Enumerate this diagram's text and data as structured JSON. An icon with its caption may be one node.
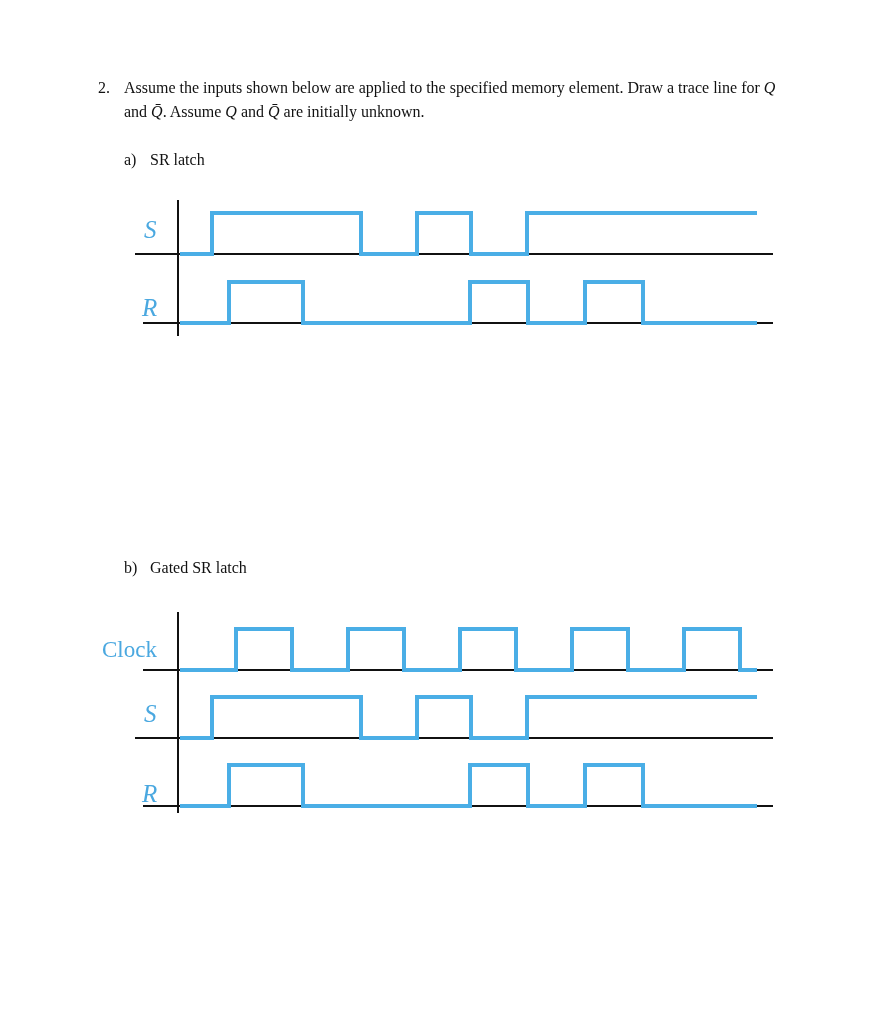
{
  "diagram": {
    "labels": [
      "2.",
      "Assume the inputs shown below are applied to the specified memory element. Draw a trace line for *Q* and *Q̄*. Assume *Q* and *Q̄* are initially unknown.",
      "a)",
      "SR latch",
      "S",
      "R",
      "b)",
      "Gated SR latch",
      "Clock",
      "S",
      "R"
    ]
  }
}
